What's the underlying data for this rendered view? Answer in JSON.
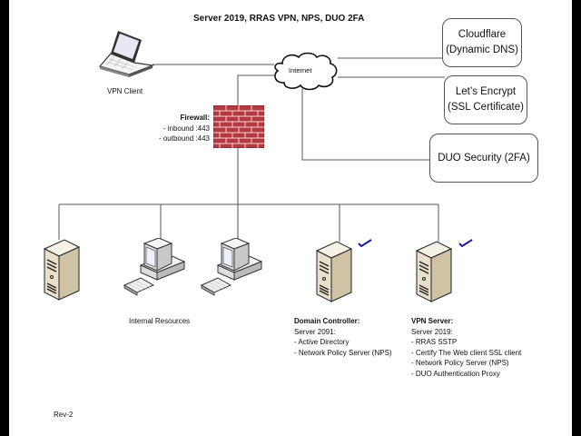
{
  "diagram": {
    "title": "Server 2019, RRAS VPN, NPS, DUO 2FA",
    "revision": "Rev-2",
    "nodes": {
      "vpn_client": {
        "label": "VPN Client",
        "icon": "laptop-icon"
      },
      "internet": {
        "label": "Internet",
        "icon": "cloud-icon"
      },
      "firewall": {
        "icon": "firewall-brick-icon",
        "title": "Firewall:",
        "lines": [
          "- inbound :443",
          "- outbound :443"
        ]
      },
      "cloudflare": {
        "line1": "Cloudflare",
        "line2": "(Dynamic DNS)"
      },
      "letsencrypt": {
        "line1": "Let’s Encrypt",
        "line2": "(SSL Certificate)"
      },
      "duo": {
        "line1": "DUO Security (2FA)"
      },
      "internal_resources": {
        "label": "Internal Resources",
        "icons": [
          "server-tower-icon",
          "desktop-computer-icon",
          "desktop-computer-icon"
        ]
      },
      "domain_controller": {
        "icon": "server-tower-icon",
        "check": "checkmark-icon",
        "title": "Domain Controller:",
        "subtitle": "Server 2091:",
        "lines": [
          "- Active Directory",
          "- Network Policy Server (NPS)"
        ]
      },
      "vpn_server": {
        "icon": "server-tower-icon",
        "check": "checkmark-icon",
        "title": "VPN Server:",
        "subtitle": "Server 2019:",
        "lines": [
          "- RRAS SSTP",
          "- Certify The Web client SSL client",
          "- Network Policy Server (NPS)",
          "- DUO Authentication Proxy"
        ]
      }
    },
    "colors": {
      "line": "#555555",
      "firewall_brick": "#b5393f",
      "firewall_mortar": "#f3d4d4",
      "checkmark": "#1a1aa8",
      "server_body": "#e9e0cc"
    }
  }
}
